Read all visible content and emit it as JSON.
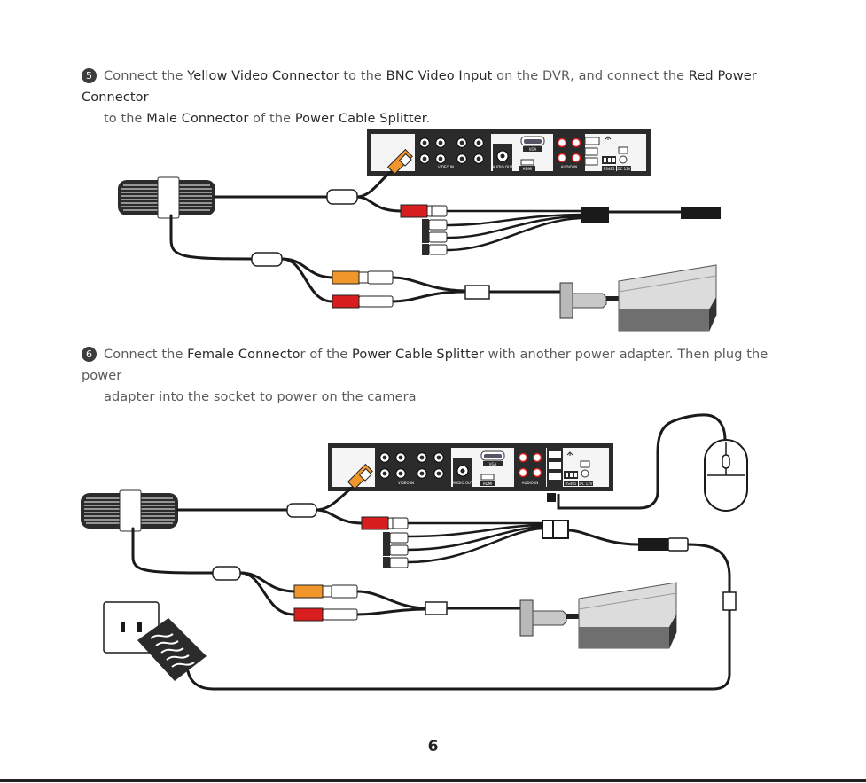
{
  "step5": {
    "number": "5",
    "t1": "Connect the ",
    "b1": "Yellow Video Connector",
    "t2": " to the ",
    "b2": "BNC Video",
    "t3": " ",
    "b3": "Input",
    "t4": " on the DVR, and connect the ",
    "b4": "Red Power Connector",
    "t5": "to the ",
    "b5": "Male Connector",
    "t6": " of the ",
    "b6": "Power Cable Splitter",
    "t7": "."
  },
  "step6": {
    "number": "6",
    "t1": "Connect the ",
    "b1": "Female Connecto",
    "t2": "r of the ",
    "b2": "Power Cable Splitter",
    "t3": " with another power adapter. Then plug the power",
    "t4": "adapter into the socket to power on the camera"
  },
  "page_number": "6",
  "colors": {
    "yellow_connector": "#f0962a",
    "red_connector": "#d81e1e",
    "cable": "#1a1a1a",
    "dvr_body": "#2b2b2b"
  },
  "dvr_labels": {
    "video_in": "VIDEO IN",
    "audio_out": "AUDIO OUT",
    "vga": "VGA",
    "hdmi": "HDMI",
    "audio_in": "AUDIO IN",
    "rs485": "RS485",
    "power": "DC 12V"
  }
}
